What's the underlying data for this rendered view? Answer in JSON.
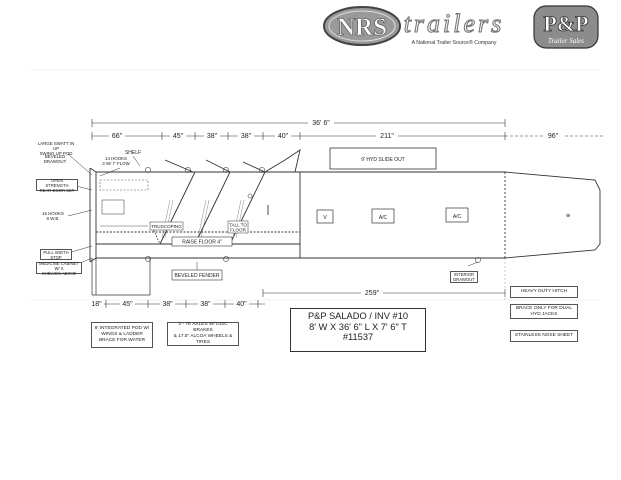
{
  "logo": {
    "nrs_text": "NRS",
    "trailers_text": "trailers",
    "tagline": "A National Trailer Source® Company",
    "pp_text": "P&P",
    "pp_sub": "Trailer Sales"
  },
  "dimensions": {
    "overall": "36' 6\"",
    "top": [
      "66\"",
      "45\"",
      "38\"",
      "38\"",
      "40\"",
      "211\""
    ],
    "nose": "96\"",
    "bottom": [
      "18\"",
      "45\"",
      "38\"",
      "38\"",
      "40\""
    ],
    "slide_length": "259\""
  },
  "labels": {
    "slide_out": "9' HYD SLIDE OUT",
    "shelf": "SHELF",
    "truscoping": "TRUSCOPING",
    "raise_floor": "RAISE FLOOR 4\"",
    "tall_to_floor": "TALL TO\nFLOOR",
    "beveled_fender": "BEVELED FENDER",
    "vent": "V",
    "ac1": "A/C",
    "ac2": "A/C",
    "hooks_top": "14 HOOKS\n3 W/ 7' FLOW",
    "rear_swing": "LARGE SWATT IN UP\nSWING UP POD",
    "beveled_drawout": "BEVELED\nDRAWOUT",
    "open_storage": "OPEN STRENGTH\nREAR DOOR SET",
    "side_hooks": "16 HOOKS\n8 W.B.",
    "pull_width": "PULL WIDTH\nSTOP",
    "medicine_cabinet": "MEDICINE CABINET W/ X\nSHELVES ABOVE",
    "interior_drawout": "INTERIOR\nDRAWOUT"
  },
  "notes": {
    "integrated_pod": "8' INTEGRATED POD W/\nWINGS & LADDER\nBRACE FOR WATER",
    "axles": "3 - 7K AXLES W/ DISC BRAKES\n& 17.5\" ALCOA WHEELS &\nTIRES",
    "hitch": "HEAVY DUTY HITCH",
    "brace": "BRACE ONLY FOR DUAL\nHYD JACKS",
    "nose_sheet": "STAINLESS NOSE SHEET"
  },
  "title": {
    "line1": "P&P SALADO / INV #10",
    "line2": "8' W X 36' 6\" L X 7' 6\" T",
    "line3": "#11537"
  }
}
